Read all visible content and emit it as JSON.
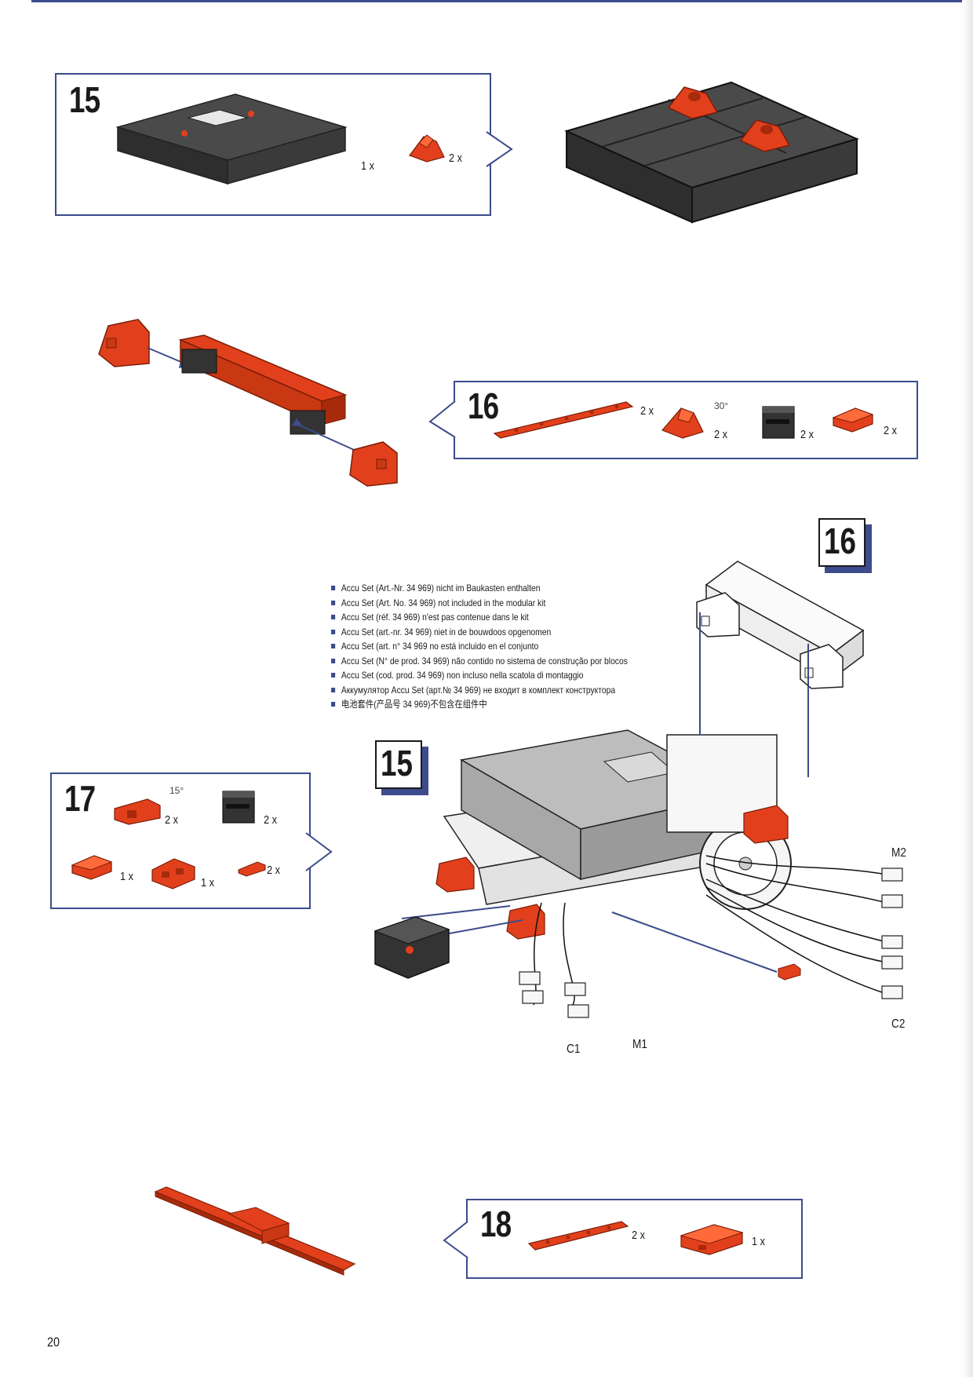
{
  "steps": {
    "s15": {
      "number": "15",
      "parts": [
        {
          "name": "controller-block-icon",
          "qty": "1 x"
        },
        {
          "name": "hinge-block-icon",
          "qty": "2 x"
        }
      ]
    },
    "s16": {
      "number": "16",
      "parts": [
        {
          "name": "flat-plate-icon",
          "qty": "2 x"
        },
        {
          "name": "angle-block-30-icon",
          "qty": "2 x",
          "angle": "30°"
        },
        {
          "name": "building-block-icon",
          "qty": "2 x"
        },
        {
          "name": "red-block-icon",
          "qty": "2 x"
        }
      ]
    },
    "s17": {
      "number": "17",
      "parts": [
        {
          "name": "angle-block-15-icon",
          "qty": "2 x",
          "angle": "15°"
        },
        {
          "name": "building-block-icon",
          "qty": "2 x"
        },
        {
          "name": "red-block-icon",
          "qty": "1 x"
        },
        {
          "name": "double-block-icon",
          "qty": "1 x"
        },
        {
          "name": "small-clip-icon",
          "qty": "2 x"
        }
      ]
    },
    "s18": {
      "number": "18",
      "parts": [
        {
          "name": "flat-plate-icon",
          "qty": "2 x"
        },
        {
          "name": "slotted-block-icon",
          "qty": "1 x"
        }
      ]
    }
  },
  "badges": {
    "b16": "16",
    "b15": "15"
  },
  "accu_note": [
    "Accu Set (Art.-Nr. 34 969) nicht im Baukasten enthalten",
    "Accu Set (Art. No. 34 969) not included in the modular kit",
    "Accu Set (réf. 34 969) n'est pas contenue dans le kit",
    "Accu Set (art.-nr. 34 969) niet in de bouwdoos opgenomen",
    "Accu Set (art. n° 34 969 no está incluido en el conjunto",
    "Accu Set (N° de prod. 34 969) não contido no sistema de construção por blocos",
    "Accu Set (cod. prod. 34 969) non incluso nella scatola di montaggio",
    "Аккумулятор Accu Set (арт.№ 34 969) не входит в комплект конструктора",
    "电池套件(产品号 34 969)不包含在组件中"
  ],
  "connectors": {
    "m2": "M2",
    "c2": "C2",
    "c1": "C1",
    "m1": "M1"
  },
  "page_number": "20",
  "colors": {
    "frame": "#3c4c8c",
    "part_red": "#e2401c",
    "part_dark": "#3a3a3a",
    "part_grey": "#c9c9c9"
  }
}
